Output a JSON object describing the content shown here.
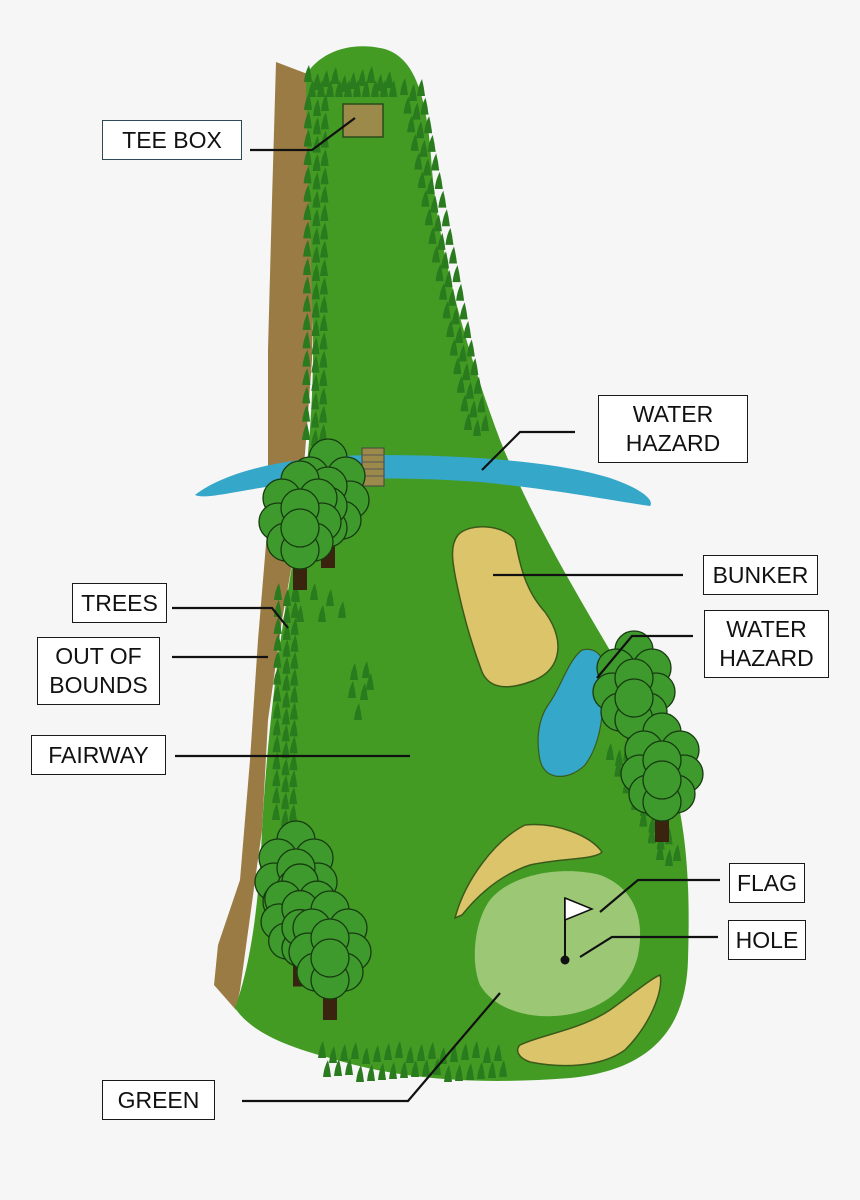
{
  "labels": {
    "tee_box": "TEE BOX",
    "water_hazard_1": "WATER\nHAZARD",
    "bunker": "BUNKER",
    "water_hazard_2": "WATER\nHAZARD",
    "trees": "TREES",
    "out_of_bounds": "OUT OF\nBOUNDS",
    "fairway": "FAIRWAY",
    "flag": "FLAG",
    "hole": "HOLE",
    "green": "GREEN"
  },
  "colors": {
    "background": "#f6f6f6",
    "fairway": "#439b24",
    "rough_trees": "#2a7a1e",
    "out_of_bounds": "#9b7b44",
    "water": "#35a7c9",
    "bunker": "#dbc46a",
    "green": "#9cc876",
    "tree_canopy": "#3f9a2e",
    "trunk": "#3a2410",
    "tee_box": "#9c8a4a"
  }
}
